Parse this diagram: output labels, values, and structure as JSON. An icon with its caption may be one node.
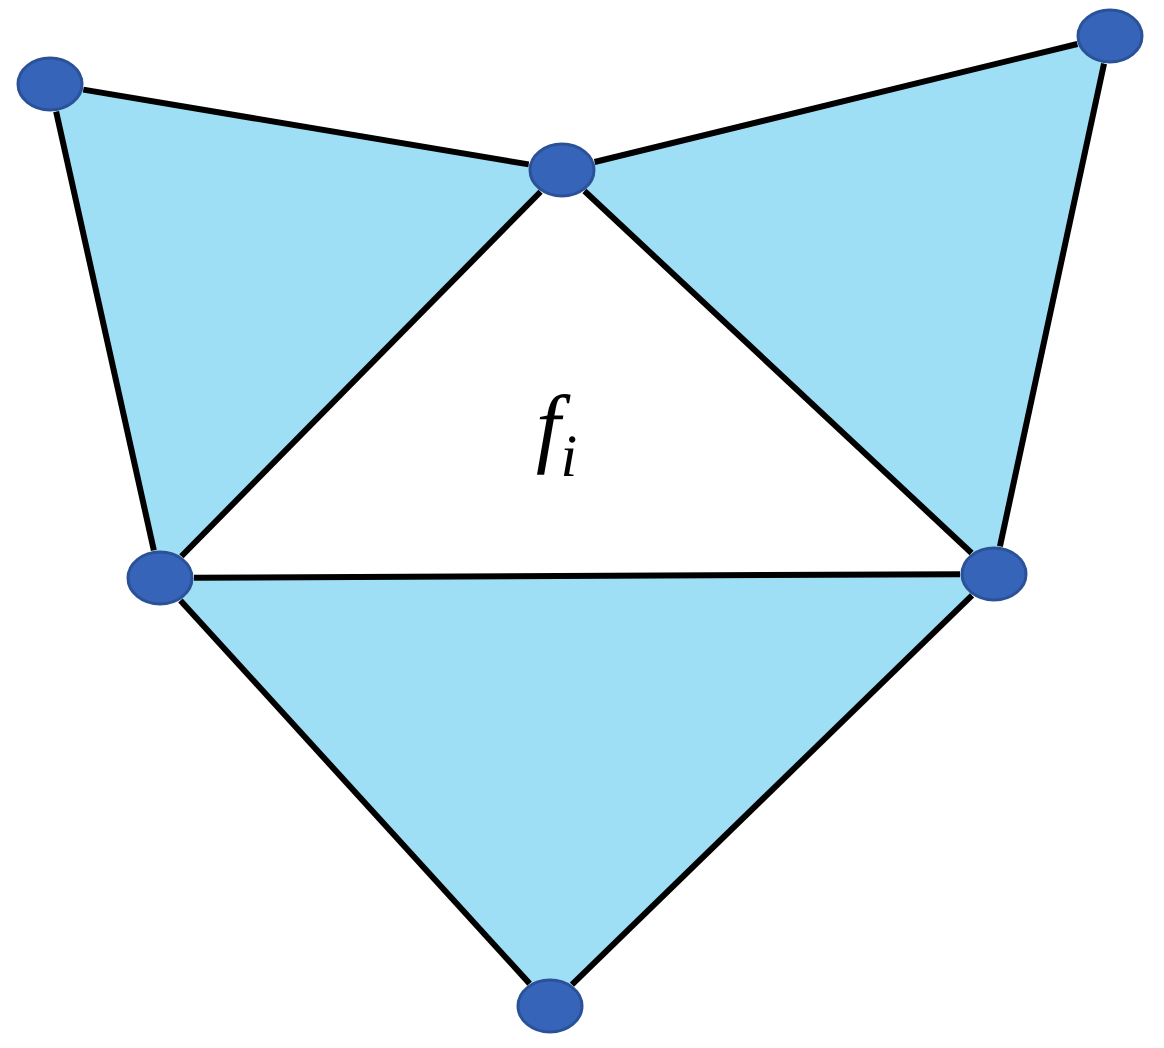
{
  "diagram": {
    "nodes": [
      {
        "text": [],
        "shape": "circle"
      },
      {
        "text": [],
        "shape": "circle"
      },
      {
        "text": [],
        "shape": "circle"
      },
      {
        "text": [],
        "shape": "circle"
      },
      {
        "text": [],
        "shape": "circle"
      },
      {
        "text": [],
        "shape": "circle"
      }
    ],
    "edges": [
      {
        "from": 0,
        "to": 2,
        "arrow": "none"
      },
      {
        "from": 2,
        "to": 1,
        "arrow": "none"
      },
      {
        "from": 0,
        "to": 3,
        "arrow": "none"
      },
      {
        "from": 1,
        "to": 4,
        "arrow": "none"
      },
      {
        "from": 2,
        "to": 3,
        "arrow": "none"
      },
      {
        "from": 2,
        "to": 4,
        "arrow": "none"
      },
      {
        "from": 3,
        "to": 4,
        "arrow": "none"
      },
      {
        "from": 3,
        "to": 5,
        "arrow": "none"
      },
      {
        "from": 4,
        "to": 5,
        "arrow": "none"
      }
    ],
    "labels": [
      "f$_{i}$"
    ]
  }
}
